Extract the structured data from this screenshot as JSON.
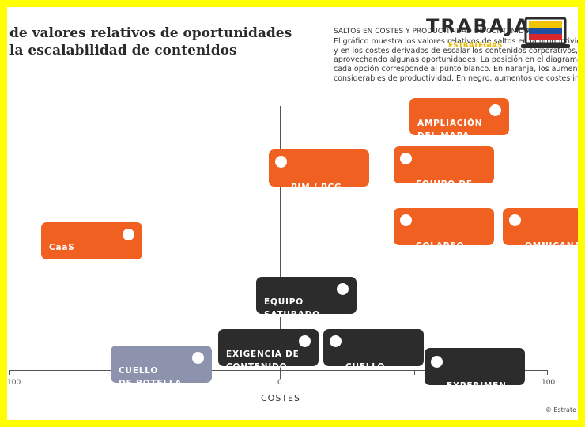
{
  "title": {
    "line1": "de valores relativos de oportunidades",
    "line2": "la escalabilidad de contenidos"
  },
  "description": {
    "heading": "SALTOS EN COSTES Y PRODUCTIVIDAD DE CONTENIDOS",
    "lines": [
      "El gráfico muestra los valores relativos de saltos en la productividad",
      "y en los costes derivados de escalar los contenidos corporativos,",
      "aprovechando algunas oportunidades. La posición en el diagrama de",
      "cada opción corresponde al punto blanco. En naranja, los aumentos",
      "considerables de productividad. En negro, aumentos de costes imp"
    ]
  },
  "logo": {
    "text": "TRABAJA",
    "sub": "ESTRATEGIAS"
  },
  "axis": {
    "x_label": "COSTES",
    "ticks": [
      "100",
      "0",
      "100"
    ]
  },
  "copyright": "© Estrate",
  "colors": {
    "orange": "#f06020",
    "dark": "#2c2c2c",
    "gray": "#8e93ad",
    "background": "#ffff00"
  },
  "cards": {
    "ampliacion": "AMPLIACIÓN\nDEL MAPA",
    "pim": "PIM / PCG",
    "equipo_catalogo": "EQUIPO DE\nCATÁLOGO",
    "caas": "CaaS",
    "colapso": "COLAPSO\nEN ALCANCE",
    "omnicanal": "OMNICANAL",
    "equipo_saturado": "EQUIPO\nSATURADO",
    "exigencia": "EXIGENCIA DE\nCONTENIDO",
    "cuello_dark": "CUELLO\nDE BOTELLA",
    "cuello_gray": "CUELLO\nDE BOTELLA",
    "experimentacion": "EXPERIMEN-\nTACIÓN"
  }
}
